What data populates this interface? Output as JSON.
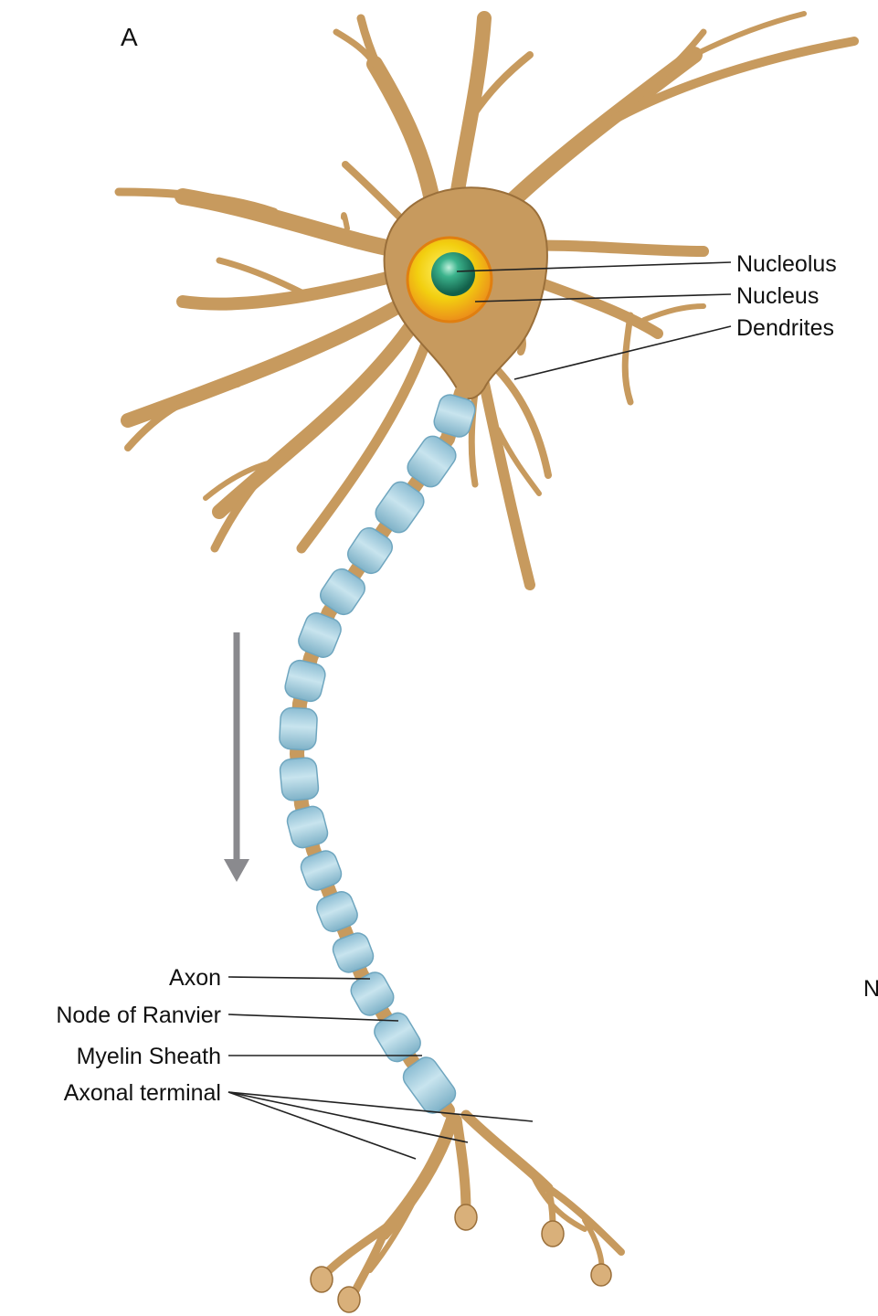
{
  "figure": {
    "panel_letter": "A",
    "edge_glyph": "N",
    "colors": {
      "body": "#c79a5e",
      "body_dark": "#9a6f3a",
      "myelin": "#a8cfe0",
      "myelin_dark": "#6fa6bf",
      "nucleus_outer": "#f0a020",
      "nucleus_inner": "#f3d400",
      "nucleolus": "#1f8a6a",
      "arrow": "#8a8a8e",
      "leader": "#222222"
    },
    "labels": {
      "nucleolus": "Nucleolus",
      "nucleus": "Nucleus",
      "dendrites": "Dendrites",
      "axon": "Axon",
      "node_of_ranvier": "Node of Ranvier",
      "myelin_sheath": "Myelin Sheath",
      "axonal_terminal": "Axonal terminal"
    },
    "direction_arrow": "downward"
  }
}
